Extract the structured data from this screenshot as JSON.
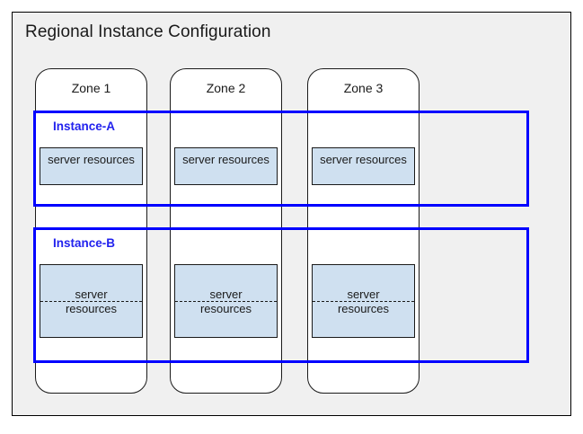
{
  "diagram": {
    "title": "Regional Instance Configuration",
    "background_color": "#f0f0f0",
    "border_color": "#000000",
    "accent_color": "#0000ff",
    "resource_fill_color": "#cfe0f0"
  },
  "zones": [
    {
      "label": "Zone 1"
    },
    {
      "label": "Zone 2"
    },
    {
      "label": "Zone 3"
    }
  ],
  "instances": [
    {
      "label": "Instance-A",
      "resources": [
        {
          "line1": "server",
          "line2": "resources"
        },
        {
          "line1": "server",
          "line2": "resources"
        },
        {
          "line1": "server",
          "line2": "resources"
        }
      ]
    },
    {
      "label": "Instance-B",
      "resources": [
        {
          "line1": "server",
          "line2": "resources"
        },
        {
          "line1": "server",
          "line2": "resources"
        },
        {
          "line1": "server",
          "line2": "resources"
        }
      ]
    }
  ]
}
